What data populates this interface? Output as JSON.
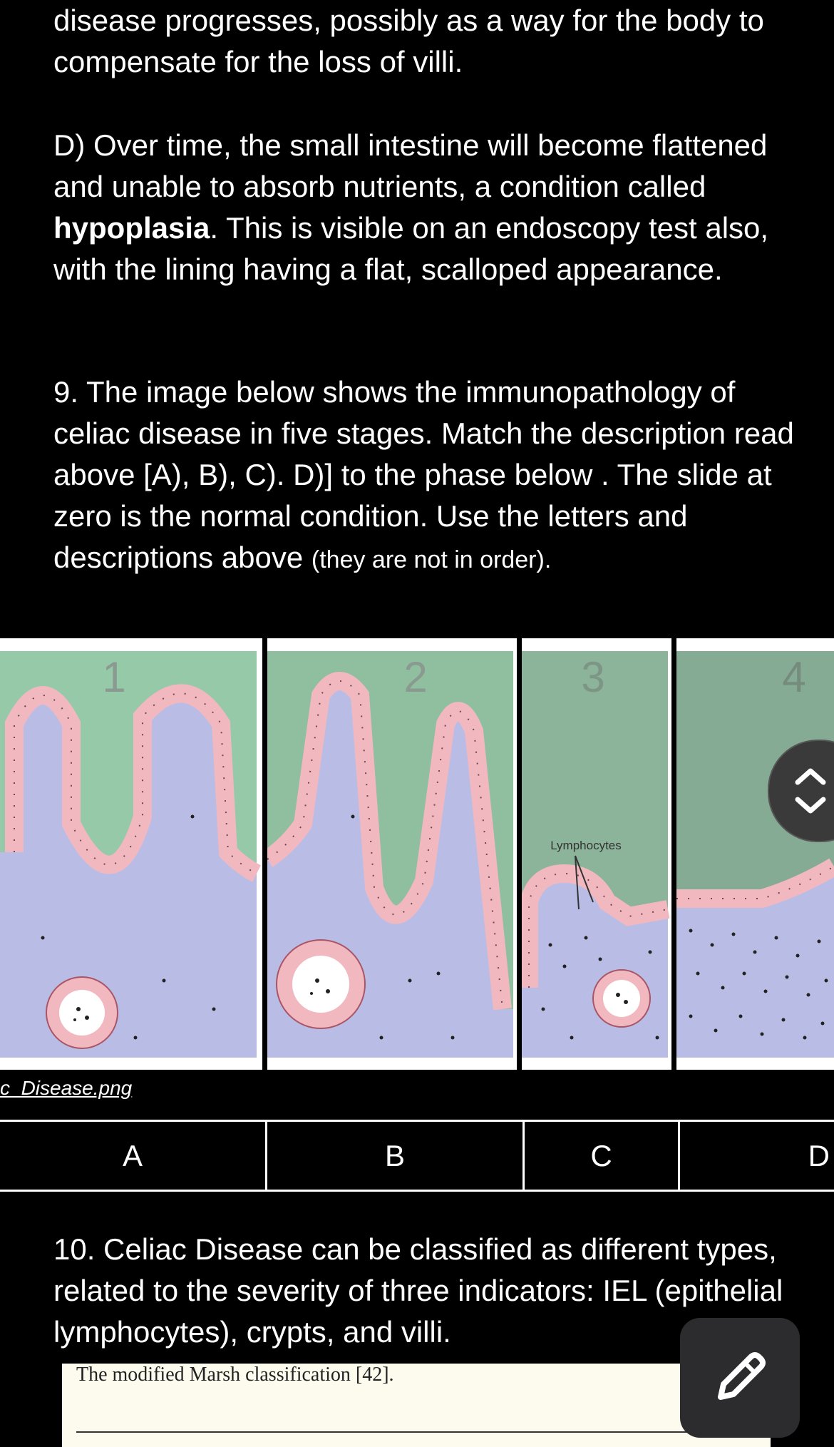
{
  "text": {
    "p_top": "disease progresses, possibly as a way for the body to compensate for the loss of villi.",
    "p_d_before": "D)  Over time, the small intestine will become flattened and unable to absorb nutrients, a condition called ",
    "p_d_bold": "hypoplasia",
    "p_d_after": ".  This is visible on an endoscopy test also, with the lining having a flat, scalloped appearance.",
    "q9_main": "9.  The image below shows the immunopathology of celiac disease in five stages.  Match the description read above [A), B), C). D)] to the phase below . The slide at zero is the normal condition. Use the letters and descriptions above ",
    "q9_small": "(they are not in order).",
    "q10": "10.  Celiac Disease can be classified as different types, related to the severity of three indicators: IEL (epithelial lymphocytes), crypts, and villi."
  },
  "figure": {
    "panel_numbers": [
      "1",
      "2",
      "3",
      "4"
    ],
    "annotation": "Lymphocytes",
    "filename": "c_Disease.png"
  },
  "match_table": {
    "letters": [
      "A",
      "B",
      "C",
      "D"
    ]
  },
  "marsh_table": {
    "caption": "The modified Marsh classification [42]."
  },
  "icons": {
    "scroll": "chevron-up-down-icon",
    "edit": "pencil-icon"
  },
  "colors": {
    "lumen_1": "#96c9a8",
    "lumen_2": "#8fbf9f",
    "lumen_3": "#8cb49a",
    "lumen_4": "#86ab94",
    "tissue": "#b9bde6",
    "cell": "#f1b8c0"
  }
}
